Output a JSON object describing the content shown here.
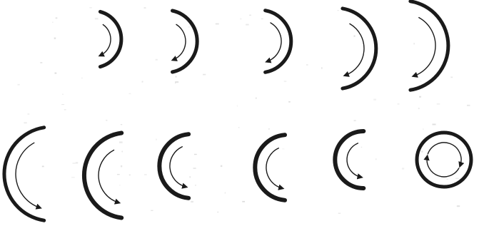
{
  "diagram": {
    "ink_color": "#1a1a1a",
    "background_color": "#ffffff",
    "sequence": [
      {
        "shape": "crescent",
        "opens": "left",
        "arrow": "clockwise-down"
      },
      {
        "shape": "crescent",
        "opens": "left",
        "arrow": "clockwise-down"
      },
      {
        "shape": "crescent",
        "opens": "left",
        "arrow": "clockwise-down"
      },
      {
        "shape": "crescent",
        "opens": "left",
        "arrow": "clockwise-down"
      },
      {
        "shape": "crescent",
        "opens": "left",
        "arrow": "clockwise-down"
      },
      {
        "shape": "crescent",
        "opens": "right",
        "arrow": "counterclockwise-down"
      },
      {
        "shape": "crescent",
        "opens": "right",
        "arrow": "counterclockwise-down"
      },
      {
        "shape": "crescent",
        "opens": "right",
        "arrow": "counterclockwise-down"
      },
      {
        "shape": "crescent",
        "opens": "right",
        "arrow": "counterclockwise-down"
      },
      {
        "shape": "crescent",
        "opens": "right",
        "arrow": "counterclockwise-down"
      },
      {
        "shape": "full-circle",
        "opens": "none",
        "arrow": "circular"
      }
    ]
  }
}
